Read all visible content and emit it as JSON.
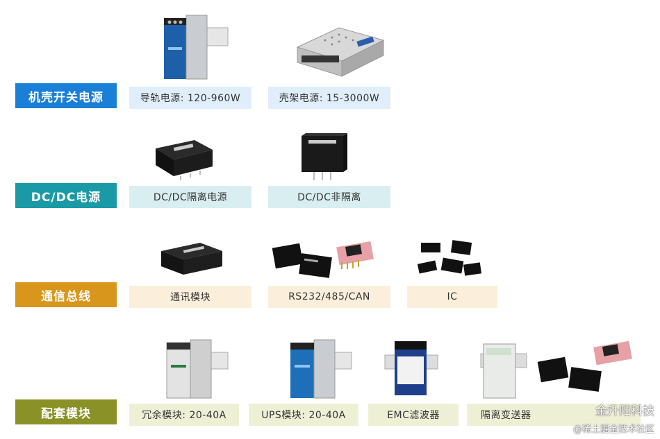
{
  "categories": [
    {
      "label": "机壳开关电源",
      "color": "#1a7fd6"
    },
    {
      "label": "DC/DC电源",
      "color": "#1a9aa7"
    },
    {
      "label": "通信总线",
      "color": "#d8961c"
    },
    {
      "label": "配套模块",
      "color": "#8a9126"
    }
  ],
  "rows": [
    {
      "items": [
        {
          "label": "导轨电源: 120-960W"
        },
        {
          "label": "壳架电源: 15-3000W"
        }
      ]
    },
    {
      "items": [
        {
          "label": "DC/DC隔离电源"
        },
        {
          "label": "DC/DC非隔离"
        }
      ]
    },
    {
      "items": [
        {
          "label": "通讯模块"
        },
        {
          "label": "RS232/485/CAN"
        },
        {
          "label": "IC"
        }
      ]
    },
    {
      "items": [
        {
          "label": "冗余模块: 20-40A"
        },
        {
          "label": "UPS模块: 20-40A"
        },
        {
          "label": "EMC滤波器"
        },
        {
          "label": "隔离变送器"
        }
      ]
    }
  ],
  "watermark": {
    "brand": "金升阳科技",
    "community": "@稀土掘金技术社区"
  }
}
